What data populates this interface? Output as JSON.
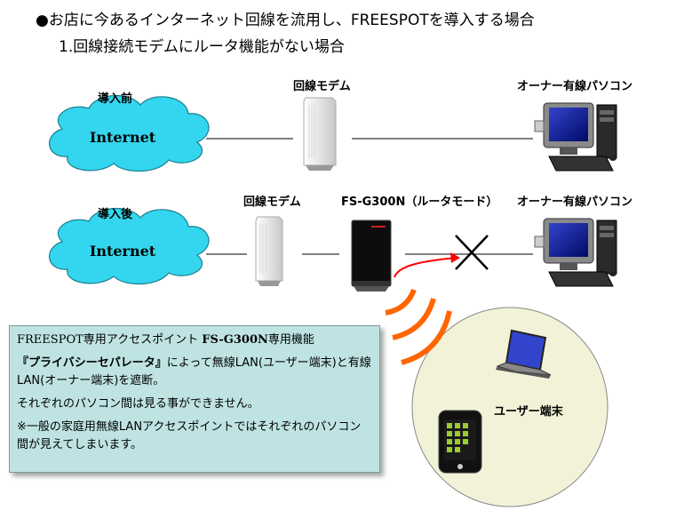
{
  "titles": {
    "main": "●お店に今あるインターネット回線を流用し、FREESPOTを導入する場合",
    "sub": "1.回線接続モデムにルータ機能がない場合"
  },
  "before": {
    "label": "導入前",
    "cloud": "Internet",
    "modem_label": "回線モデム",
    "pc_label": "オーナー有線パソコン"
  },
  "after": {
    "label": "導入後",
    "cloud": "Internet",
    "modem_label": "回線モデム",
    "router_label": "FS-G300N（ルータモード）",
    "pc_label": "オーナー有線パソコン"
  },
  "user": {
    "label": "ユーザー端末"
  },
  "info": {
    "line1_prefix": "FREESPOT専用アクセスポイント ",
    "line1_model": "FS-G300N",
    "line1_suffix": "専用機能",
    "line2_bold": "『プライバシーセパレータ』",
    "line2_rest": "によって無線LAN(ユーザー端末)と有線LAN(オーナー端末)を遮断。",
    "line3": "それぞれのパソコン間は見る事ができません。",
    "line4": "※一般の家庭用無線LANアクセスポイントではそれぞれのパソコン間が見えてしまいます。"
  },
  "colors": {
    "cloud_fill": "#33d6ee",
    "info_bg": "#bfe3e3",
    "signal": "#ff6600",
    "blocked_arrow": "#ff0000",
    "ellipse_fill": "#f2f2d8"
  }
}
